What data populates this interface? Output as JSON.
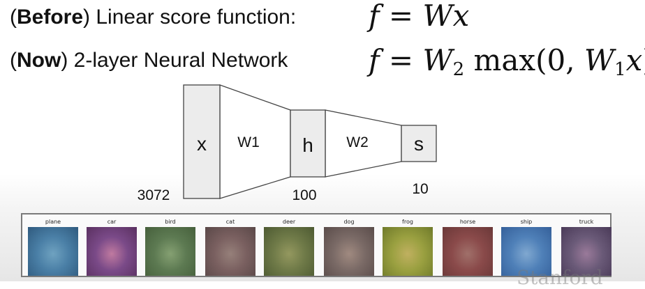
{
  "line1": {
    "paren_open": "(",
    "bold": "Before",
    "rest": ") Linear score function:"
  },
  "line2": {
    "paren_open": "(",
    "bold": "Now",
    "rest": ") 2-layer Neural Network"
  },
  "eq1": {
    "lhs": "f",
    "eq": "=",
    "W": "W",
    "x": "x"
  },
  "eq2": {
    "lhs": "f",
    "eq": "=",
    "W2": "W",
    "sub2": "2",
    "fn": "max(0, ",
    "W1": "W",
    "sub1": "1",
    "x": "x",
    "close": ")"
  },
  "diagram": {
    "input_label": "x",
    "input_size": "3072",
    "w1_label": "W1",
    "hidden_label": "h",
    "hidden_size": "100",
    "w2_label": "W2",
    "output_label": "s",
    "output_size": "10"
  },
  "templates": [
    {
      "label": "plane",
      "c1": "#4a7fa6",
      "c2": "#2f5a7e",
      "c3": "#6fa2c0"
    },
    {
      "label": "car",
      "c1": "#7a4a88",
      "c2": "#5a3060",
      "c3": "#c07aa0"
    },
    {
      "label": "bird",
      "c1": "#5d7a52",
      "c2": "#46603c",
      "c3": "#85a072"
    },
    {
      "label": "cat",
      "c1": "#7a6060",
      "c2": "#5a4848",
      "c3": "#96807a"
    },
    {
      "label": "deer",
      "c1": "#6f7a48",
      "c2": "#4d5a32",
      "c3": "#94985f"
    },
    {
      "label": "dog",
      "c1": "#7a6a66",
      "c2": "#5a4c4a",
      "c3": "#a08a80"
    },
    {
      "label": "frog",
      "c1": "#9aa040",
      "c2": "#6f7a2a",
      "c3": "#c0b060"
    },
    {
      "label": "horse",
      "c1": "#8a4a4a",
      "c2": "#6a3838",
      "c3": "#a0706a"
    },
    {
      "label": "ship",
      "c1": "#4f80b8",
      "c2": "#35609a",
      "c3": "#80a8d0"
    },
    {
      "label": "truck",
      "c1": "#6a5a78",
      "c2": "#4a3a58",
      "c3": "#9a7a9a"
    }
  ],
  "watermark": "Stanford"
}
